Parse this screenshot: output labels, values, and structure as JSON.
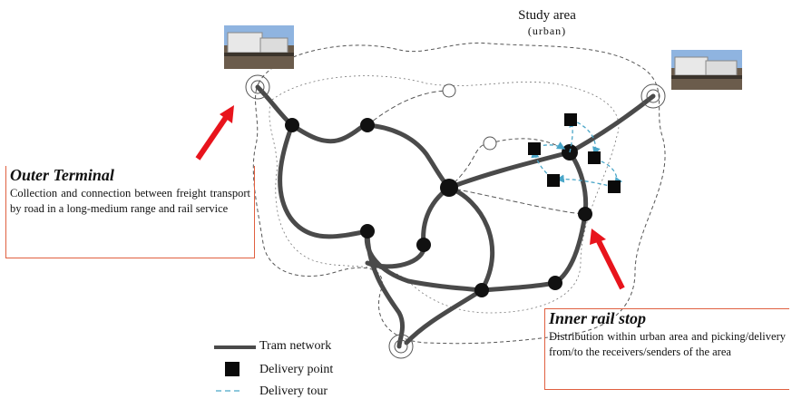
{
  "study_area": {
    "title": "Study area",
    "subtitle": "(urban)"
  },
  "callouts": {
    "outer_terminal": {
      "title": "Outer Terminal",
      "body": "Collection and connection between freight transport by road in a long-medium range and rail service"
    },
    "inner_rail_stop": {
      "title": "Inner rail stop",
      "body": "Distribution within urban area and picking/delivery from/to the receivers/senders of the area"
    }
  },
  "legend": {
    "tram_network": "Tram network",
    "delivery_point": "Delivery point",
    "delivery_tour": "Delivery tour"
  },
  "colors": {
    "tram_line": "#4a4a4a",
    "arrow": "#e8141c",
    "delivery_tour": "#4aa6c8",
    "callout_border": "#e06040",
    "boundary": "#555555"
  }
}
